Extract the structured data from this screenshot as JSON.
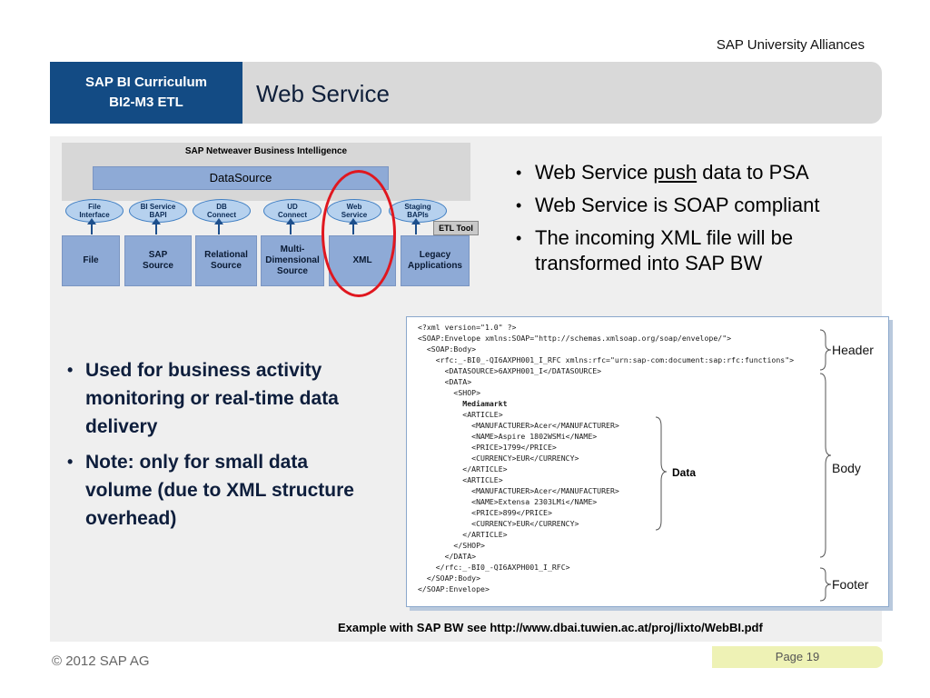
{
  "header": {
    "org": "SAP University Alliances",
    "curriculum_line1": "SAP BI Curriculum",
    "curriculum_line2": "BI2-M3 ETL",
    "title": "Web Service"
  },
  "diagram": {
    "bi_title": "SAP Netweaver Business Intelligence",
    "datasource": "DataSource",
    "interfaces": [
      {
        "line1": "File",
        "line2": "Interface"
      },
      {
        "line1": "BI Service",
        "line2": "BAPI"
      },
      {
        "line1": "DB",
        "line2": "Connect"
      },
      {
        "line1": "UD",
        "line2": "Connect"
      },
      {
        "line1": "Web",
        "line2": "Service"
      },
      {
        "line1": "Staging",
        "line2": "BAPIs"
      }
    ],
    "etl_tool": "ETL Tool",
    "sources": [
      {
        "line1": "File",
        "line2": "",
        "line3": ""
      },
      {
        "line1": "SAP",
        "line2": "Source",
        "line3": ""
      },
      {
        "line1": "Relational",
        "line2": "Source",
        "line3": ""
      },
      {
        "line1": "Multi-",
        "line2": "Dimensional",
        "line3": "Source"
      },
      {
        "line1": "XML",
        "line2": "",
        "line3": ""
      },
      {
        "line1": "Legacy",
        "line2": "Applications",
        "line3": ""
      }
    ]
  },
  "top_bullets": {
    "b1_pre": "Web Service ",
    "b1_u": "push",
    "b1_post": " data to PSA",
    "b2": "Web Service is SOAP compliant",
    "b3": "The incoming XML file will be transformed into SAP BW"
  },
  "left_bullets": [
    "Used for business activity monitoring or real-time data delivery",
    "Note: only for small data volume (due to XML structure overhead)"
  ],
  "xml": {
    "lines": [
      "<?xml version=\"1.0\" ?>",
      "<SOAP:Envelope xmlns:SOAP=\"http://schemas.xmlsoap.org/soap/envelope/\">",
      "  <SOAP:Body>",
      "    <rfc:_-BI0_-QI6AXPH001_I_RFC xmlns:rfc=\"urn:sap-com:document:sap:rfc:functions\">",
      "      <DATASOURCE>6AXPH001_I</DATASOURCE>",
      "      <DATA>",
      "        <SHOP>",
      "          Mediamarkt",
      "          <ARTICLE>",
      "            <MANUFACTURER>Acer</MANUFACTURER>",
      "            <NAME>Aspire 1802WSMi</NAME>",
      "            <PRICE>1799</PRICE>",
      "            <CURRENCY>EUR</CURRENCY>",
      "          </ARTICLE>",
      "          <ARTICLE>",
      "            <MANUFACTURER>Acer</MANUFACTURER>",
      "            <NAME>Extensa 2303LMi</NAME>",
      "            <PRICE>899</PRICE>",
      "            <CURRENCY>EUR</CURRENCY>",
      "          </ARTICLE>",
      "        </SHOP>",
      "      </DATA>",
      "    </rfc:_-BI0_-QI6AXPH001_I_RFC>",
      "  </SOAP:Body>",
      "</SOAP:Envelope>"
    ],
    "header_label": "Header",
    "body_label": "Body",
    "footer_label": "Footer",
    "data_label": "Data"
  },
  "caption": "Example with SAP BW see http://www.dbai.tuwien.ac.at/proj/lixto/WebBI.pdf",
  "footer": {
    "copyright": "© 2012 SAP AG",
    "page": "Page 19"
  }
}
